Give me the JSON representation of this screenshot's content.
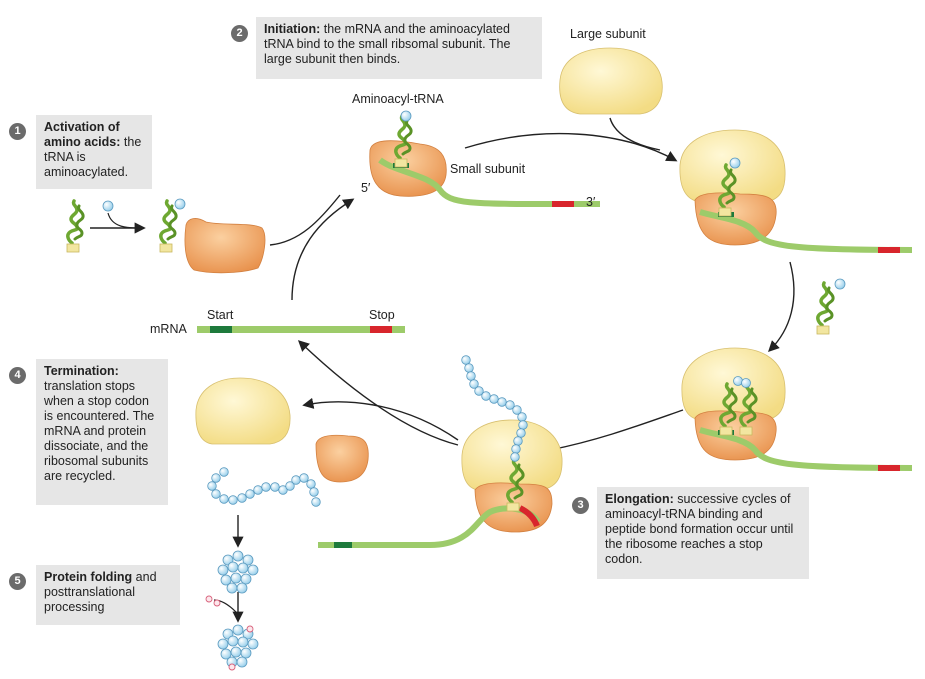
{
  "steps": [
    {
      "number": "1",
      "title": "Activation of amino acids:",
      "text": "the tRNA is aminoacylated."
    },
    {
      "number": "2",
      "title": "Initiation:",
      "text": "the mRNA and the aminoacylated tRNA bind to the small ribsomal subunit. The large subunit then binds."
    },
    {
      "number": "3",
      "title": "Elongation:",
      "text": "successive cycles of aminoacyl-tRNA binding and peptide bond formation occur until the ribosome reaches a stop codon."
    },
    {
      "number": "4",
      "title": "Termination:",
      "text": "translation stops when a stop codon is encountered. The mRNA and protein dissociate, and the ribosomal subunits are recycled."
    },
    {
      "number": "5",
      "title": "Protein folding",
      "text": "and posttranslational processing"
    }
  ],
  "labels": {
    "large_subunit": "Large subunit",
    "aminoacyl_trna": "Aminoacyl-tRNA",
    "small_subunit": "Small subunit",
    "five_prime": "5′",
    "three_prime": "3′",
    "start": "Start",
    "stop": "Stop",
    "mrna": "mRNA"
  },
  "colors": {
    "small_subunit": "#f0a868",
    "large_subunit": "#fbe9a6",
    "mrna": "#9dcb6a",
    "start_codon": "#1e7a3c",
    "stop_codon": "#d8262c",
    "trna": "#6ea832",
    "amino_acid": "#bfe3f6",
    "label_box": "#e6e6e6"
  }
}
